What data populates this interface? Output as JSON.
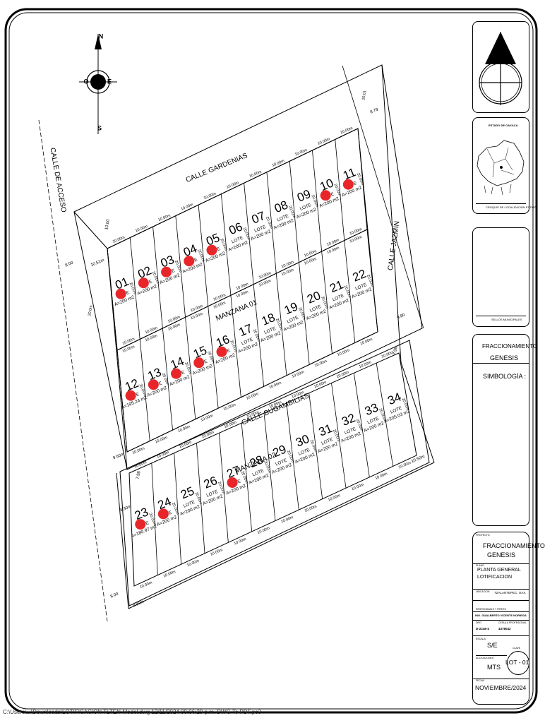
{
  "streets": {
    "acceso": "CALLE DE ACCESO",
    "gardenias": "CALLE GARDENIAS",
    "jazmin": "CALLE JAZMIN",
    "bugambilias": "CALLE BUGAMBILIAS"
  },
  "manzanas": {
    "m01": "MANZANA 01",
    "m02": "MANZANA 02"
  },
  "lot_word": "LOTE",
  "compass": {
    "north": "N",
    "south": "S",
    "east": "E",
    "west": "O"
  },
  "lots": [
    {
      "num": "01",
      "area": "A=200 m2",
      "sold": true
    },
    {
      "num": "02",
      "area": "A=200 m2",
      "sold": true
    },
    {
      "num": "03",
      "area": "A=200 m2",
      "sold": true
    },
    {
      "num": "04",
      "area": "A=200 m2",
      "sold": true
    },
    {
      "num": "05",
      "area": "A=200 m2",
      "sold": true
    },
    {
      "num": "06",
      "area": "A=200 m2",
      "sold": false
    },
    {
      "num": "07",
      "area": "A=200 m2",
      "sold": false
    },
    {
      "num": "08",
      "area": "A=200 m2",
      "sold": false
    },
    {
      "num": "09",
      "area": "A=200 m2",
      "sold": false
    },
    {
      "num": "10",
      "area": "A=200 m2",
      "sold": true
    },
    {
      "num": "11",
      "area": "A=200 m2",
      "sold": true
    },
    {
      "num": "12",
      "area": "A=195.24 m2",
      "sold": true
    },
    {
      "num": "13",
      "area": "A=200 m2",
      "sold": true
    },
    {
      "num": "14",
      "area": "A=200 m2",
      "sold": true
    },
    {
      "num": "15",
      "area": "A=200 m2",
      "sold": true
    },
    {
      "num": "16",
      "area": "A=200 m2",
      "sold": true
    },
    {
      "num": "17",
      "area": "A=200 m2",
      "sold": false
    },
    {
      "num": "18",
      "area": "A=200 m2",
      "sold": false
    },
    {
      "num": "19",
      "area": "A=200 m2",
      "sold": false
    },
    {
      "num": "20",
      "area": "A=200 m2",
      "sold": false
    },
    {
      "num": "21",
      "area": "A=200 m2",
      "sold": false
    },
    {
      "num": "22",
      "area": "A=200 m2",
      "sold": false
    },
    {
      "num": "23",
      "area": "A=180.97 m2",
      "sold": true
    },
    {
      "num": "24",
      "area": "A=200 m2",
      "sold": true
    },
    {
      "num": "25",
      "area": "A=200 m2",
      "sold": false
    },
    {
      "num": "26",
      "area": "A=200 m2",
      "sold": false
    },
    {
      "num": "27",
      "area": "A=200 m2",
      "sold": true
    },
    {
      "num": "28",
      "area": "A=200 m2",
      "sold": false
    },
    {
      "num": "29",
      "area": "A=200 m2",
      "sold": false
    },
    {
      "num": "30",
      "area": "A=200 m2",
      "sold": false
    },
    {
      "num": "31",
      "area": "A=200 m2",
      "sold": false
    },
    {
      "num": "32",
      "area": "A=200 m2",
      "sold": false
    },
    {
      "num": "33",
      "area": "A=200 m2",
      "sold": false
    },
    {
      "num": "34",
      "area": "A=205.03 m2",
      "sold": false
    }
  ],
  "dims": {
    "front": "10.00m",
    "depth": "20.00m",
    "d_8_79": "8.79",
    "d_10_00": "10.00",
    "d_8_00": "8.00",
    "d_10_51m": "10.51m",
    "d_9_80": "9.80",
    "d_7_98": "7.98",
    "d_9_50m": "9.50m",
    "d_10_50m": "10.50m",
    "d_9_30m": "9.30m",
    "d_8_80m": "8.80m",
    "d_20_0m": "20.0m",
    "d_7_96": "7.96",
    "d_20_01": "20.01"
  },
  "titleblock": {
    "estado": "ESTADO DE OAXACA",
    "croquis": "CROQUIS DE LOCALIZACION ESTATAL",
    "sellos": "SELLOS MUNICIPALES",
    "frac_small": "FRACCIONAMIENTO",
    "genesis_small": "GENESIS",
    "simbologia": "SIMBOLOGÍA :",
    "proyecto_lbl": "PROYECTO",
    "proyecto1": "FRACCIONAMIENTO",
    "proyecto2": "GENESIS",
    "plano_lbl": "PLANO",
    "plano1": "PLANTA GENERAL",
    "plano2": "LOTIFICACION",
    "ubicacion_lbl": "UBICACION",
    "ubicacion": "TZALANTEPEC, OAX.",
    "responsable_lbl": "RESPONSABLE Y PERITO",
    "responsable": "ING. GUALBERTO VICENTE NORIEGA",
    "dro_lbl": "DRO",
    "dro": "D-2248-S",
    "cedula_lbl": "CEDULA PROFESIONAL",
    "cedula": "4378042",
    "escala_lbl": "ESCALA",
    "escala": "S/E",
    "acot_lbl": "ACOTACIONES",
    "acot": "MTS",
    "clave_lbl": "CLAVE",
    "clave": "LOT - 01",
    "fecha_lbl": "FECHA",
    "fecha": "NOVIEMBRE/2024"
  },
  "footer_path": "C:\\Users\\...\\Downloads\\LOTIFICACION TLTEN-Model.dwg  12/11/2024 09:06:29 p.m.  DWG To PDF.pc3",
  "colors": {
    "sold_dot": "#e8262a",
    "line": "#000000"
  }
}
